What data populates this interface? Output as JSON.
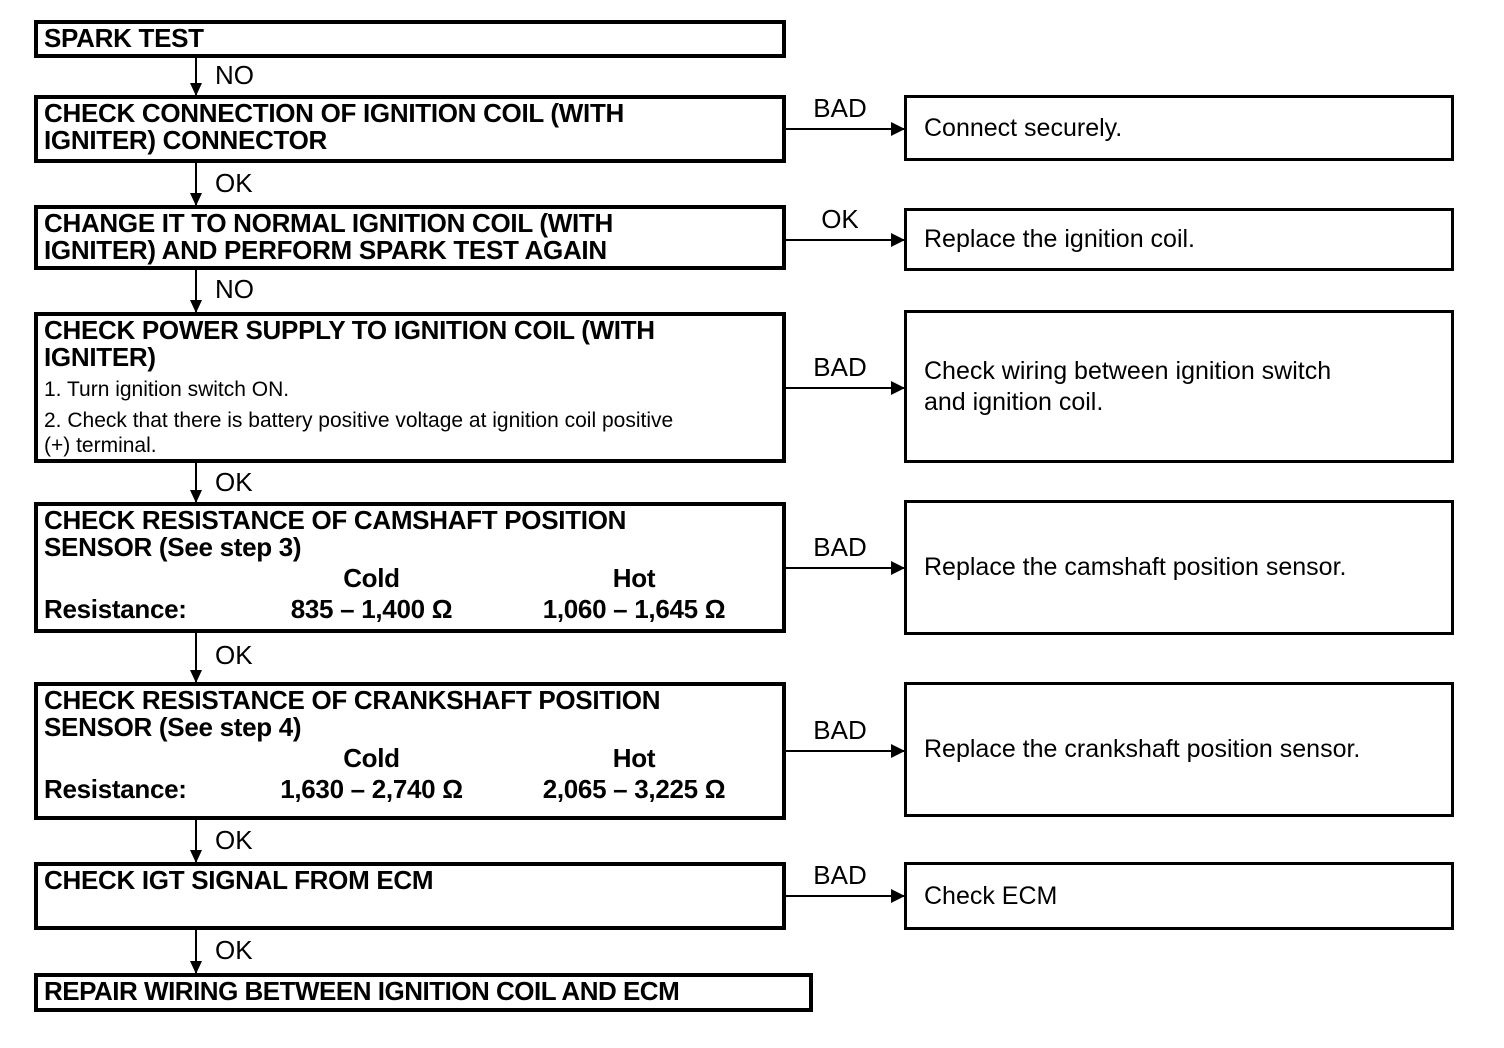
{
  "colors": {
    "ink": "#000000",
    "background": "#ffffff"
  },
  "flow": {
    "nodes": [
      {
        "title": [
          "SPARK TEST"
        ],
        "down_label": "NO"
      },
      {
        "title": [
          "CHECK CONNECTION OF IGNITION COIL (WITH",
          "IGNITER) CONNECTOR"
        ],
        "down_label": "OK",
        "branch": {
          "label": "BAD",
          "action": [
            "Connect securely."
          ]
        }
      },
      {
        "title": [
          "CHANGE IT TO NORMAL IGNITION COIL (WITH",
          "IGNITER) AND PERFORM SPARK TEST AGAIN"
        ],
        "down_label": "NO",
        "branch": {
          "label": "OK",
          "action": [
            "Replace the ignition coil."
          ]
        }
      },
      {
        "title": [
          "CHECK POWER SUPPLY TO IGNITION COIL (WITH",
          "IGNITER)"
        ],
        "steps": [
          "1. Turn ignition switch ON.",
          "2. Check that there is battery positive voltage at ignition coil positive\n(+) terminal."
        ],
        "down_label": "OK",
        "branch": {
          "label": "BAD",
          "action": [
            "Check wiring between ignition switch",
            "and ignition coil."
          ]
        }
      },
      {
        "title": [
          "CHECK RESISTANCE OF CAMSHAFT POSITION",
          "SENSOR (See step 3)"
        ],
        "table": {
          "col1": "Cold",
          "col2": "Hot",
          "row_label": "Resistance:",
          "val1": "835 – 1,400 Ω",
          "val2": "1,060 – 1,645 Ω"
        },
        "down_label": "OK",
        "branch": {
          "label": "BAD",
          "action": [
            "Replace the camshaft position sensor."
          ]
        }
      },
      {
        "title": [
          "CHECK RESISTANCE OF CRANKSHAFT POSITION",
          "SENSOR (See step 4)"
        ],
        "table": {
          "col1": "Cold",
          "col2": "Hot",
          "row_label": "Resistance:",
          "val1": "1,630 – 2,740 Ω",
          "val2": "2,065 – 3,225 Ω"
        },
        "down_label": "OK",
        "branch": {
          "label": "BAD",
          "action": [
            "Replace the crankshaft position sensor."
          ]
        }
      },
      {
        "title": [
          "CHECK IGT SIGNAL FROM ECM"
        ],
        "down_label": "OK",
        "branch": {
          "label": "BAD",
          "action": [
            "Check ECM"
          ]
        }
      },
      {
        "title": [
          "REPAIR WIRING BETWEEN IGNITION COIL AND ECM"
        ]
      }
    ]
  }
}
